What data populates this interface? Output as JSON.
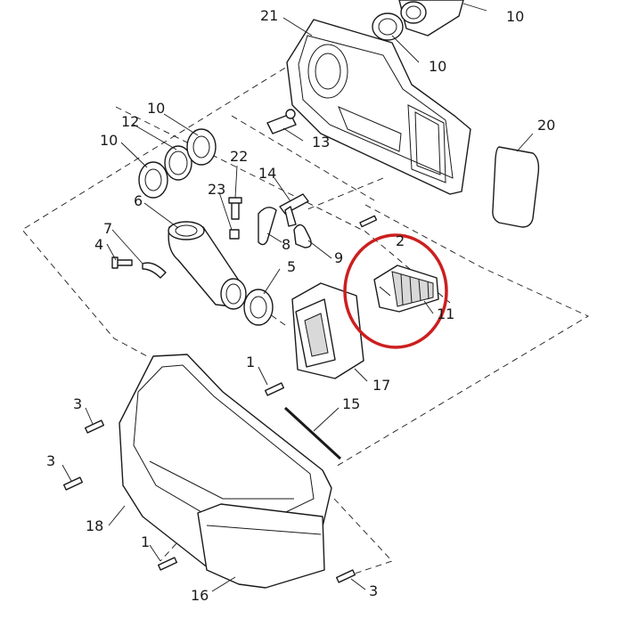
{
  "callouts": {
    "c21": "21",
    "c10a": "10",
    "c10b": "10",
    "c10c": "10",
    "c10d": "10",
    "c12": "12",
    "c13": "13",
    "c20": "20",
    "c22": "22",
    "c14": "14",
    "c23": "23",
    "c6": "6",
    "c7": "7",
    "c4": "4",
    "c8": "8",
    "c9": "9",
    "c2": "2",
    "c5": "5",
    "c11": "11",
    "c1a": "1",
    "c17": "17",
    "c3a": "3",
    "c15": "15",
    "c3b": "3",
    "c18": "18",
    "c1b": "1",
    "c16": "16",
    "c3c": "3"
  },
  "highlight": {
    "color": "#cc1f1f",
    "target": "11"
  }
}
